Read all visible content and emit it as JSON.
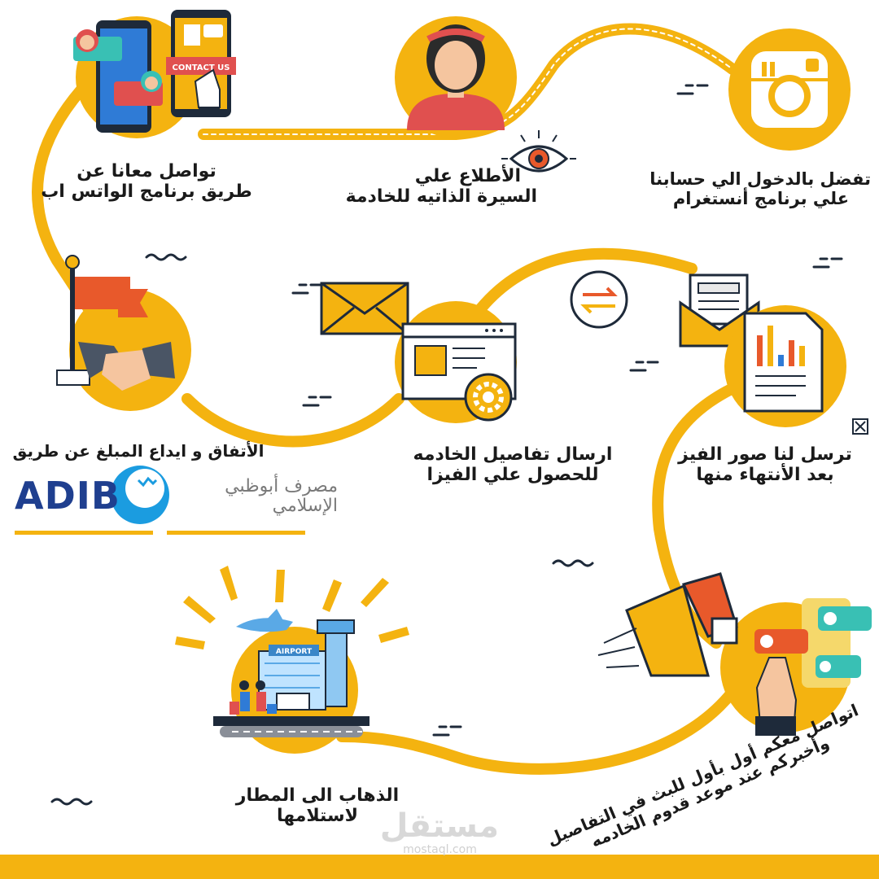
{
  "colors": {
    "accent": "#f4b310",
    "dark": "#1e2a3a",
    "bank_blue": "#1f3f8f",
    "bank_text": "#7a7a7a",
    "orange": "#e8592b"
  },
  "steps": [
    {
      "id": "instagram",
      "icon": "instagram-icon",
      "line1": "تفضل بالدخول الي حسابنا",
      "line2": "علي برنامج أنستغرام"
    },
    {
      "id": "cv",
      "icon": "woman-avatar-icon",
      "line1": "الأطلاع علي",
      "line2": "السيرة الذاتيه للخادمة"
    },
    {
      "id": "whatsapp",
      "icon": "contact-us-phone-icon",
      "line1": "تواصل معانا عن",
      "line2": "طريق برنامج الواتس اب"
    },
    {
      "id": "payment",
      "icon": "handshake-flag-icon",
      "line1": "الأتفاق و ايداع المبلغ عن طريق",
      "line2": ""
    },
    {
      "id": "visa_details",
      "icon": "browser-gear-icon",
      "line1": "ارسال تفاصيل الخادمه",
      "line2": "للحصول علي الفيزا"
    },
    {
      "id": "visa_photos",
      "icon": "document-chart-icon",
      "line1": "ترسل لنا صور  الفيز",
      "line2": "بعد الأنتهاء منها"
    },
    {
      "id": "broadcast",
      "icon": "megaphone-chat-icon",
      "line1": "اتواصل معكم أول بأول للبث في التفاصيل",
      "line2": "وأخبركم عند موعد قدوم الخادمه"
    },
    {
      "id": "airport",
      "icon": "airport-icon",
      "line1": "الذهاب الى المطار",
      "line2": "لاستلامها"
    }
  ],
  "icons": {
    "contact_us_label": "CONTACT US",
    "airport_sign": "AIRPORT"
  },
  "bank": {
    "name_latin": "ADIB",
    "name_ar_line1": "مصرف أبوظبي",
    "name_ar_line2": "الإسلامي"
  },
  "watermark": {
    "ar": "مستقل",
    "latin": "mostaql.com"
  }
}
